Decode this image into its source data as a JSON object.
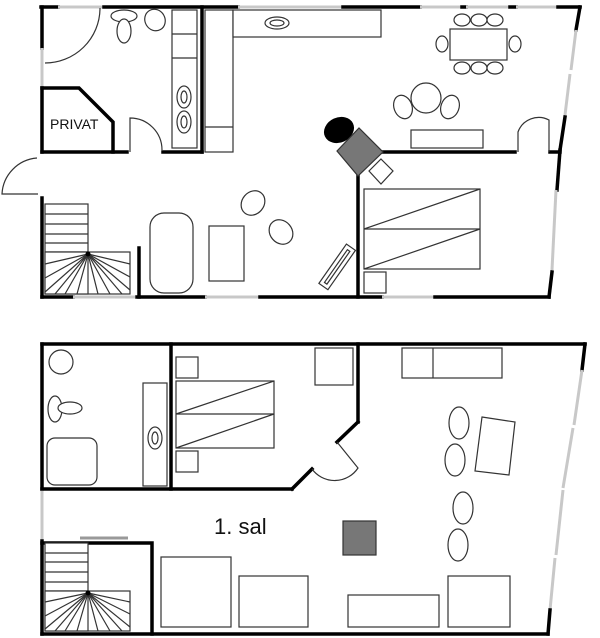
{
  "diagram": {
    "type": "floor-plan",
    "upper_plan": {
      "rooms": [
        {
          "id": "bathroom",
          "label": ""
        },
        {
          "id": "privat",
          "label": "PRIVAT"
        },
        {
          "id": "kitchen-dining",
          "label": ""
        },
        {
          "id": "hall-stair",
          "label": ""
        },
        {
          "id": "lounge",
          "label": ""
        },
        {
          "id": "bedroom",
          "label": ""
        }
      ]
    },
    "lower_plan": {
      "rooms": [
        {
          "id": "bathroom",
          "label": ""
        },
        {
          "id": "bedroom",
          "label": ""
        },
        {
          "id": "main-hall",
          "label": "1. sal"
        }
      ]
    },
    "colors": {
      "wall": "#000000",
      "window": "#c8c8c8",
      "furniture_stroke": "#333333",
      "dark_accent": "#777777"
    }
  }
}
